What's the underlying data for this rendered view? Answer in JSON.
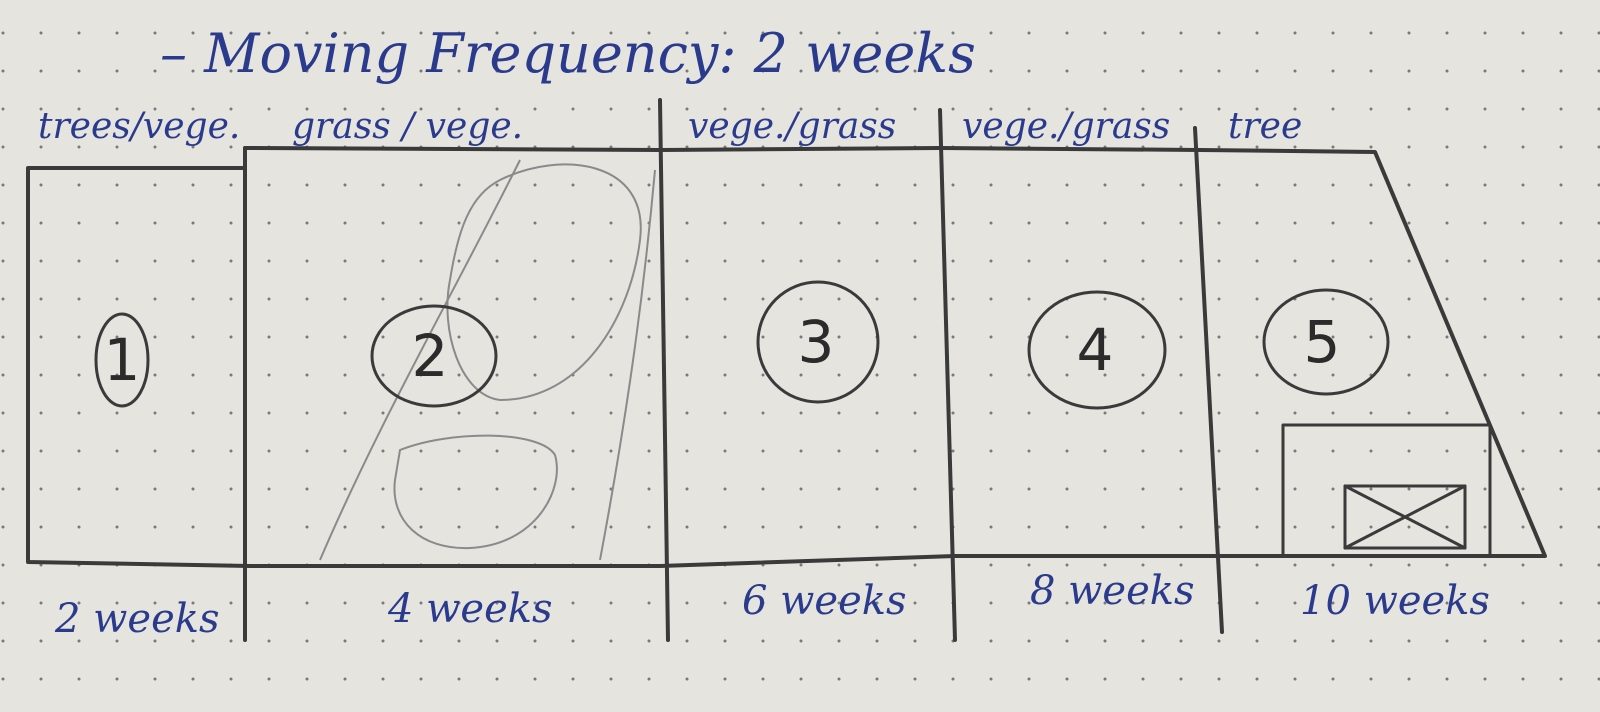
{
  "title": "– Moving Frequency: 2 weeks",
  "zones": [
    {
      "number": "1",
      "vegetation": "trees/vege.",
      "frequency": "2 weeks"
    },
    {
      "number": "2",
      "vegetation": "grass / vege.",
      "frequency": "4 weeks"
    },
    {
      "number": "3",
      "vegetation": "vege./grass",
      "frequency": "6 weeks"
    },
    {
      "number": "4",
      "vegetation": "vege./grass",
      "frequency": "8 weeks"
    },
    {
      "number": "5",
      "vegetation": "tree",
      "frequency": "10 weeks"
    }
  ],
  "colors": {
    "ink": "#2a3a8c",
    "pencil": "#3a3a3a",
    "paper": "#e6e4df"
  }
}
